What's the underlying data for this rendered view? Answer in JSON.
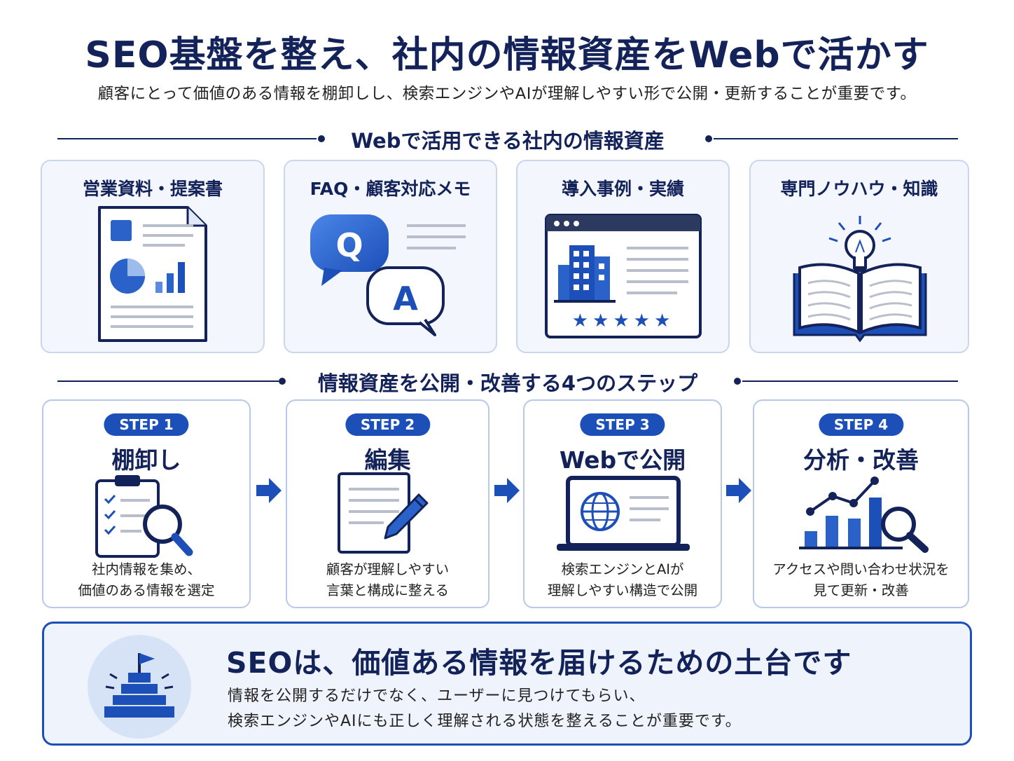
{
  "header": {
    "title": "SEO基盤を整え、社内の情報資産をWebで活かす",
    "subtitle": "顧客にとって価値のある情報を棚卸しし、検索エンジンやAIが理解しやすい形で公開・更新することが重要です。"
  },
  "assets_section": {
    "heading": "Webで活用できる社内の情報資産",
    "cards": [
      {
        "title": "営業資料・提案書",
        "icon": "document-chart-icon"
      },
      {
        "title": "FAQ・顧客対応メモ",
        "icon": "qa-bubbles-icon",
        "q_letter": "Q",
        "a_letter": "A"
      },
      {
        "title": "導入事例・実績",
        "icon": "case-study-browser-icon",
        "rating": "★★★★★"
      },
      {
        "title": "専門ノウハウ・知識",
        "icon": "book-lightbulb-icon"
      }
    ]
  },
  "steps_section": {
    "heading": "情報資産を公開・改善する4つのステップ",
    "steps": [
      {
        "badge": "STEP 1",
        "title": "棚卸し",
        "desc_line1": "社内情報を集め、",
        "desc_line2": "価値のある情報を選定",
        "icon": "checklist-magnifier-icon"
      },
      {
        "badge": "STEP 2",
        "title": "編集",
        "desc_line1": "顧客が理解しやすい",
        "desc_line2": "言葉と構成に整える",
        "icon": "document-pencil-icon"
      },
      {
        "badge": "STEP 3",
        "title": "Webで公開",
        "desc_line1": "検索エンジンとAIが",
        "desc_line2": "理解しやすい構造で公開",
        "icon": "laptop-globe-icon"
      },
      {
        "badge": "STEP 4",
        "title": "分析・改善",
        "desc_line1": "アクセスや問い合わせ状況を",
        "desc_line2": "見て更新・改善",
        "icon": "chart-magnifier-icon"
      }
    ]
  },
  "summary": {
    "title": "SEOは、価値ある情報を届けるための土台です",
    "text_line1": "情報を公開するだけでなく、ユーザーに見つけてもらい、",
    "text_line2": "検索エンジンやAIにも正しく理解される状態を整えることが重要です。",
    "icon": "flag-pyramid-icon"
  },
  "colors": {
    "navy": "#13235a",
    "blue": "#1c4fb8",
    "light_card": "#f3f6fc",
    "card_border": "#c9d6ee"
  }
}
